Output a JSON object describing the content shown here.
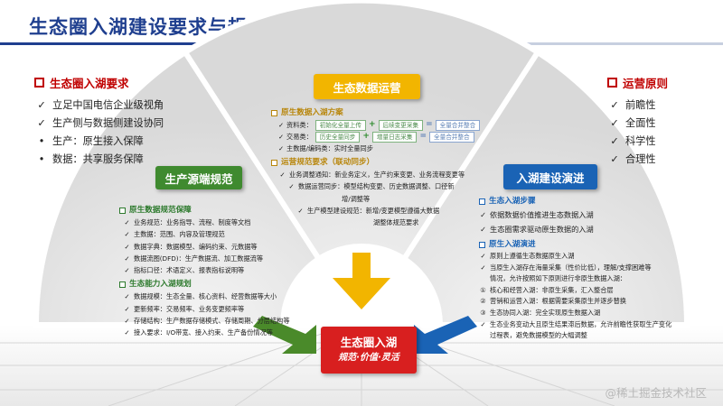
{
  "page": {
    "title": "生态圈入湖建设要求与规范",
    "watermark": "@稀土掘金技术社区"
  },
  "left_panel": {
    "heading": "生态圈入湖要求",
    "items": [
      {
        "marker": "✓",
        "text": "立足中国电信企业级视角"
      },
      {
        "marker": "✓",
        "text": "生产侧与数据侧建设协同"
      },
      {
        "marker": "•",
        "text": "生产：原生接入保障"
      },
      {
        "marker": "•",
        "text": "数据：共享服务保障"
      }
    ]
  },
  "right_panel": {
    "heading": "运营原则",
    "items": [
      {
        "marker": "✓",
        "text": "前瞻性"
      },
      {
        "marker": "✓",
        "text": "全面性"
      },
      {
        "marker": "✓",
        "text": "科学性"
      },
      {
        "marker": "✓",
        "text": "合理性"
      }
    ]
  },
  "top_section": {
    "badge": "生态数据运营",
    "heading1": "原生数据入湖方案",
    "flow": [
      {
        "label": "资料类：",
        "a": "初始化全量上传",
        "b": "后续变更采集",
        "result": "全量合并整合"
      },
      {
        "label": "交易类：",
        "a": "历史全量同步",
        "b": "增量日志采集",
        "result": "全量合并整合"
      }
    ],
    "flow_note": "主数据/编码类：实时全量同步",
    "heading2": "运营规范要求（联动同步）",
    "items": [
      {
        "marker": "✓",
        "text": "业务调整通知：新业务定义，生产约束变更、业务流程变更等"
      },
      {
        "marker": "✓",
        "text": "数据运营同步：模型结构变更、历史数据调整、口径新"
      },
      {
        "marker": "",
        "text": "增/调整等"
      },
      {
        "marker": "✓",
        "text": "生产模型建设规范：新增/变更模型遵循大数据"
      },
      {
        "marker": "",
        "text": "湖整体规范要求"
      }
    ]
  },
  "left_section": {
    "badge": "生产源端规范",
    "heading1": "原生数据规范保障",
    "items1": [
      {
        "marker": "✓",
        "text": "业务规范：业务指导、流程、制度等文档"
      },
      {
        "marker": "✓",
        "text": "主数据：范围、内容及管理规范"
      },
      {
        "marker": "✓",
        "text": "数据字典：数据模型、编码约束、元数据等"
      },
      {
        "marker": "✓",
        "text": "数据流图(DFD)：生产数据流、加工数据流等"
      },
      {
        "marker": "✓",
        "text": "指标口径：术语定义、报表指标说明等"
      }
    ],
    "heading2": "生态能力入湖规划",
    "items2": [
      {
        "marker": "✓",
        "text": "数据规模：生态全量、核心资料、经营数据等大小"
      },
      {
        "marker": "✓",
        "text": "更新频率：交易频率、业务变更频率等"
      },
      {
        "marker": "✓",
        "text": "存储结构：生产数据存储模式、存储周期、分层结构等"
      },
      {
        "marker": "✓",
        "text": "接入要求：I/O带宽、接入约束、生产备份情况等"
      }
    ]
  },
  "right_section": {
    "badge": "入湖建设演进",
    "heading1": "生态入湖步骤",
    "items1": [
      {
        "marker": "✓",
        "text": "依据数据价值推进生态数据入湖"
      },
      {
        "marker": "✓",
        "text": "生态圈需求驱动原生数据的入湖"
      }
    ],
    "heading2": "原生入湖演进",
    "items2": [
      {
        "marker": "✓",
        "text": "原则上遵循生态数据原生入湖"
      },
      {
        "marker": "✓",
        "text": "当原生入湖存在海量采集（性价比低），理解/支撑困难等"
      },
      {
        "marker": "",
        "text": "情况，允许按照如下原则进行非原生数据入湖："
      },
      {
        "marker": "①",
        "text": "核心和经营入湖：非原生采集，汇入整合层"
      },
      {
        "marker": "②",
        "text": "营销和运营入湖：根据需要采集原生并逐步替换"
      },
      {
        "marker": "③",
        "text": "生态协同入湖：完全实现原生数据入湖"
      },
      {
        "marker": "✓",
        "text": "生态业务变动大且原生结果滞后数据，允许前瞻性获取生产变化"
      },
      {
        "marker": "",
        "text": "过程表，避免数据模型的大幅调整"
      }
    ]
  },
  "center": {
    "title": "生态圈入湖",
    "subtitle": "规范·价值·灵活"
  },
  "colors": {
    "title_blue": "#1f3f8f",
    "accent_red": "#c00000",
    "badge_gold": "#f2b500",
    "badge_green": "#3f8a2f",
    "badge_blue": "#1a63b5",
    "center_red": "#d81f1f"
  }
}
